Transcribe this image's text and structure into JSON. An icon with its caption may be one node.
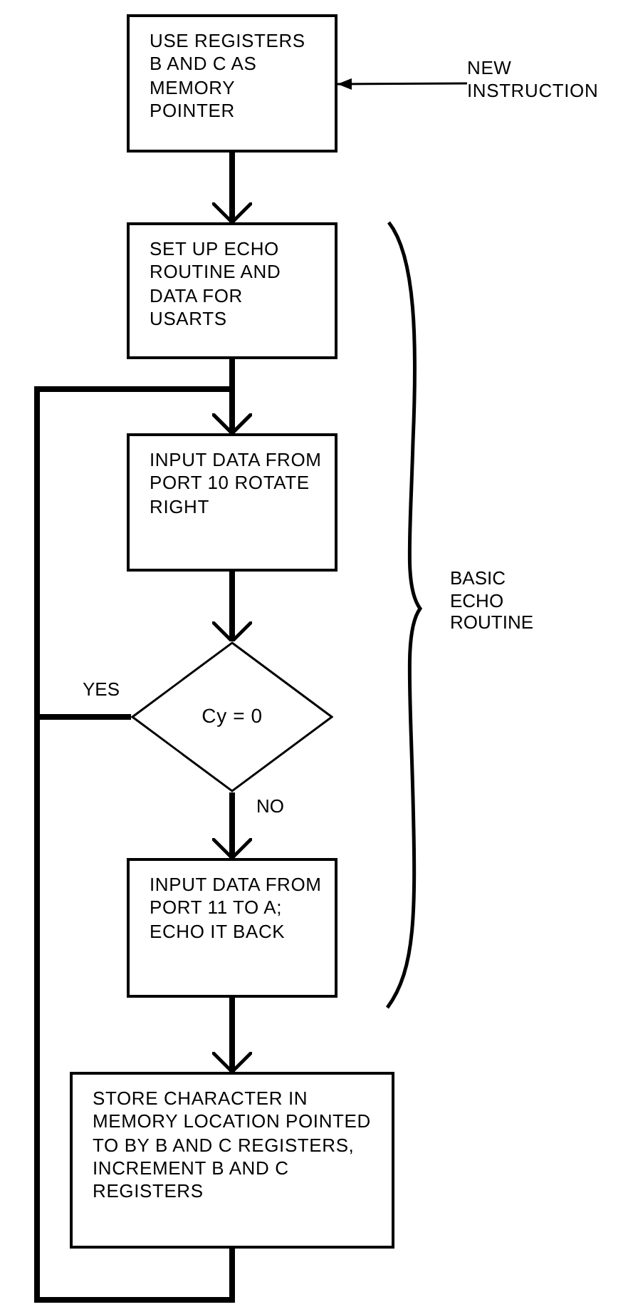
{
  "diagram": {
    "nodes": [
      {
        "text": [
          "USE REGISTERS B AND C AS MEMORY POINTER"
        ]
      },
      {
        "text": [
          "NEW INSTRUCTION"
        ]
      },
      {
        "text": [
          "SET UP ECHO ROUTINE AND DATA FOR USARTS"
        ]
      },
      {
        "text": [
          "INPUT DATA FROM PORT 10 ROTATE RIGHT"
        ]
      },
      {
        "text": [
          "Cy = 0"
        ]
      },
      {
        "text": [
          "INPUT DATA FROM PORT 11 TO A; ECHO IT BACK"
        ]
      },
      {
        "text": [
          "STORE CHARACTER IN MEMORY LOCATION POINTED TO BY B AND C REGISTERS, INCREMENT B AND C REGISTERS"
        ]
      }
    ],
    "edges": [
      {
        "from": 1,
        "to": 0,
        "arrow": "to"
      },
      {
        "from": 0,
        "to": 2,
        "arrow": "to"
      },
      {
        "from": 2,
        "to": 3,
        "arrow": "to"
      },
      {
        "from": 3,
        "to": 4,
        "arrow": "to"
      },
      {
        "from": 4,
        "to": 3,
        "arrow": "to",
        "label": "YES"
      },
      {
        "from": 4,
        "to": 5,
        "arrow": "to",
        "label": "NO"
      },
      {
        "from": 5,
        "to": 6,
        "arrow": "to"
      },
      {
        "from": 6,
        "to": 3,
        "arrow": "to"
      }
    ],
    "labels": [
      "BASIC ECHO ROUTINE"
    ]
  }
}
